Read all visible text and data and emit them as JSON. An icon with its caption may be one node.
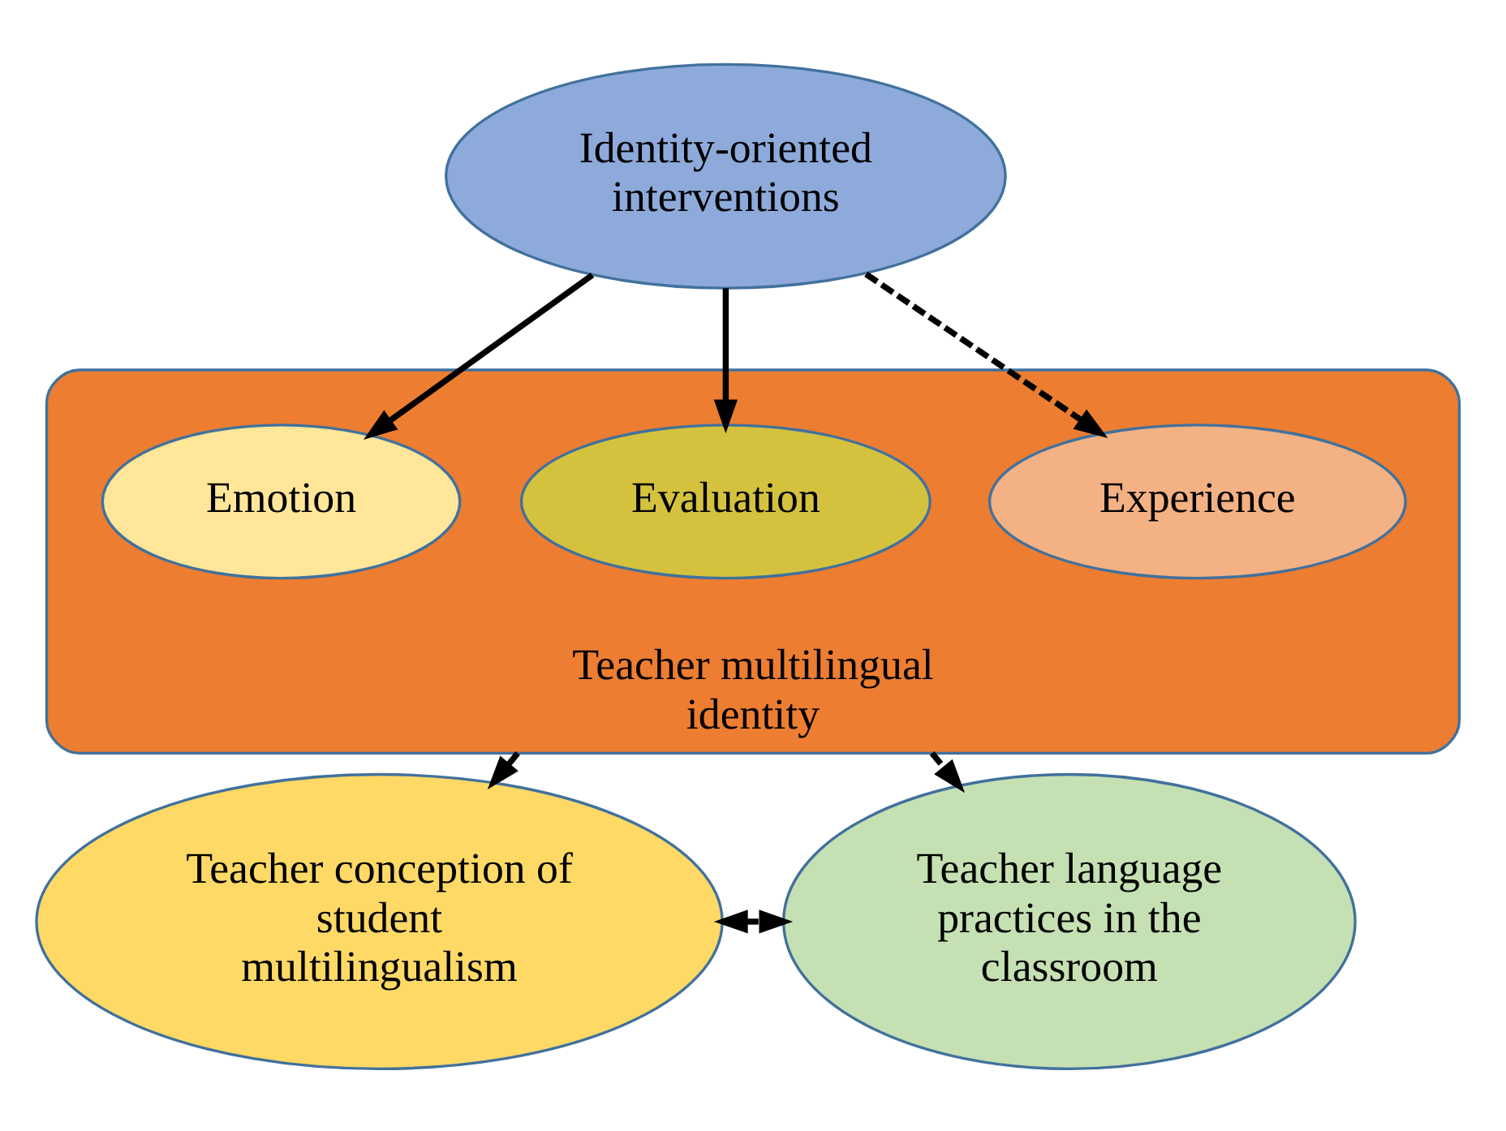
{
  "diagram": {
    "nodes": [
      {
        "text": [
          "Identity-oriented interventions"
        ]
      },
      {
        "text": [
          "Teacher multilingual identity"
        ]
      },
      {
        "text": [
          "Experience"
        ],
        "in": 1
      },
      {
        "text": [
          "Evaluation"
        ],
        "in": 1
      },
      {
        "text": [
          "Emotion"
        ],
        "in": 1
      },
      {
        "text": [
          "Teacher conception of student multilingualism"
        ]
      },
      {
        "text": [
          "Teacher language practices in the classroom"
        ]
      }
    ],
    "edges": [
      {
        "from": 0,
        "to": 2,
        "arrow": "to",
        "style": "dashed"
      },
      {
        "from": 0,
        "to": 3,
        "arrow": "to"
      },
      {
        "from": 0,
        "to": 4,
        "arrow": "to"
      },
      {
        "from": 1,
        "to": 5,
        "arrow": "to",
        "style": "dashed"
      },
      {
        "from": 1,
        "to": 6,
        "arrow": "to",
        "style": "dashed"
      },
      {
        "from": 5,
        "to": 6,
        "arrow": "both",
        "style": "dashed"
      }
    ]
  }
}
